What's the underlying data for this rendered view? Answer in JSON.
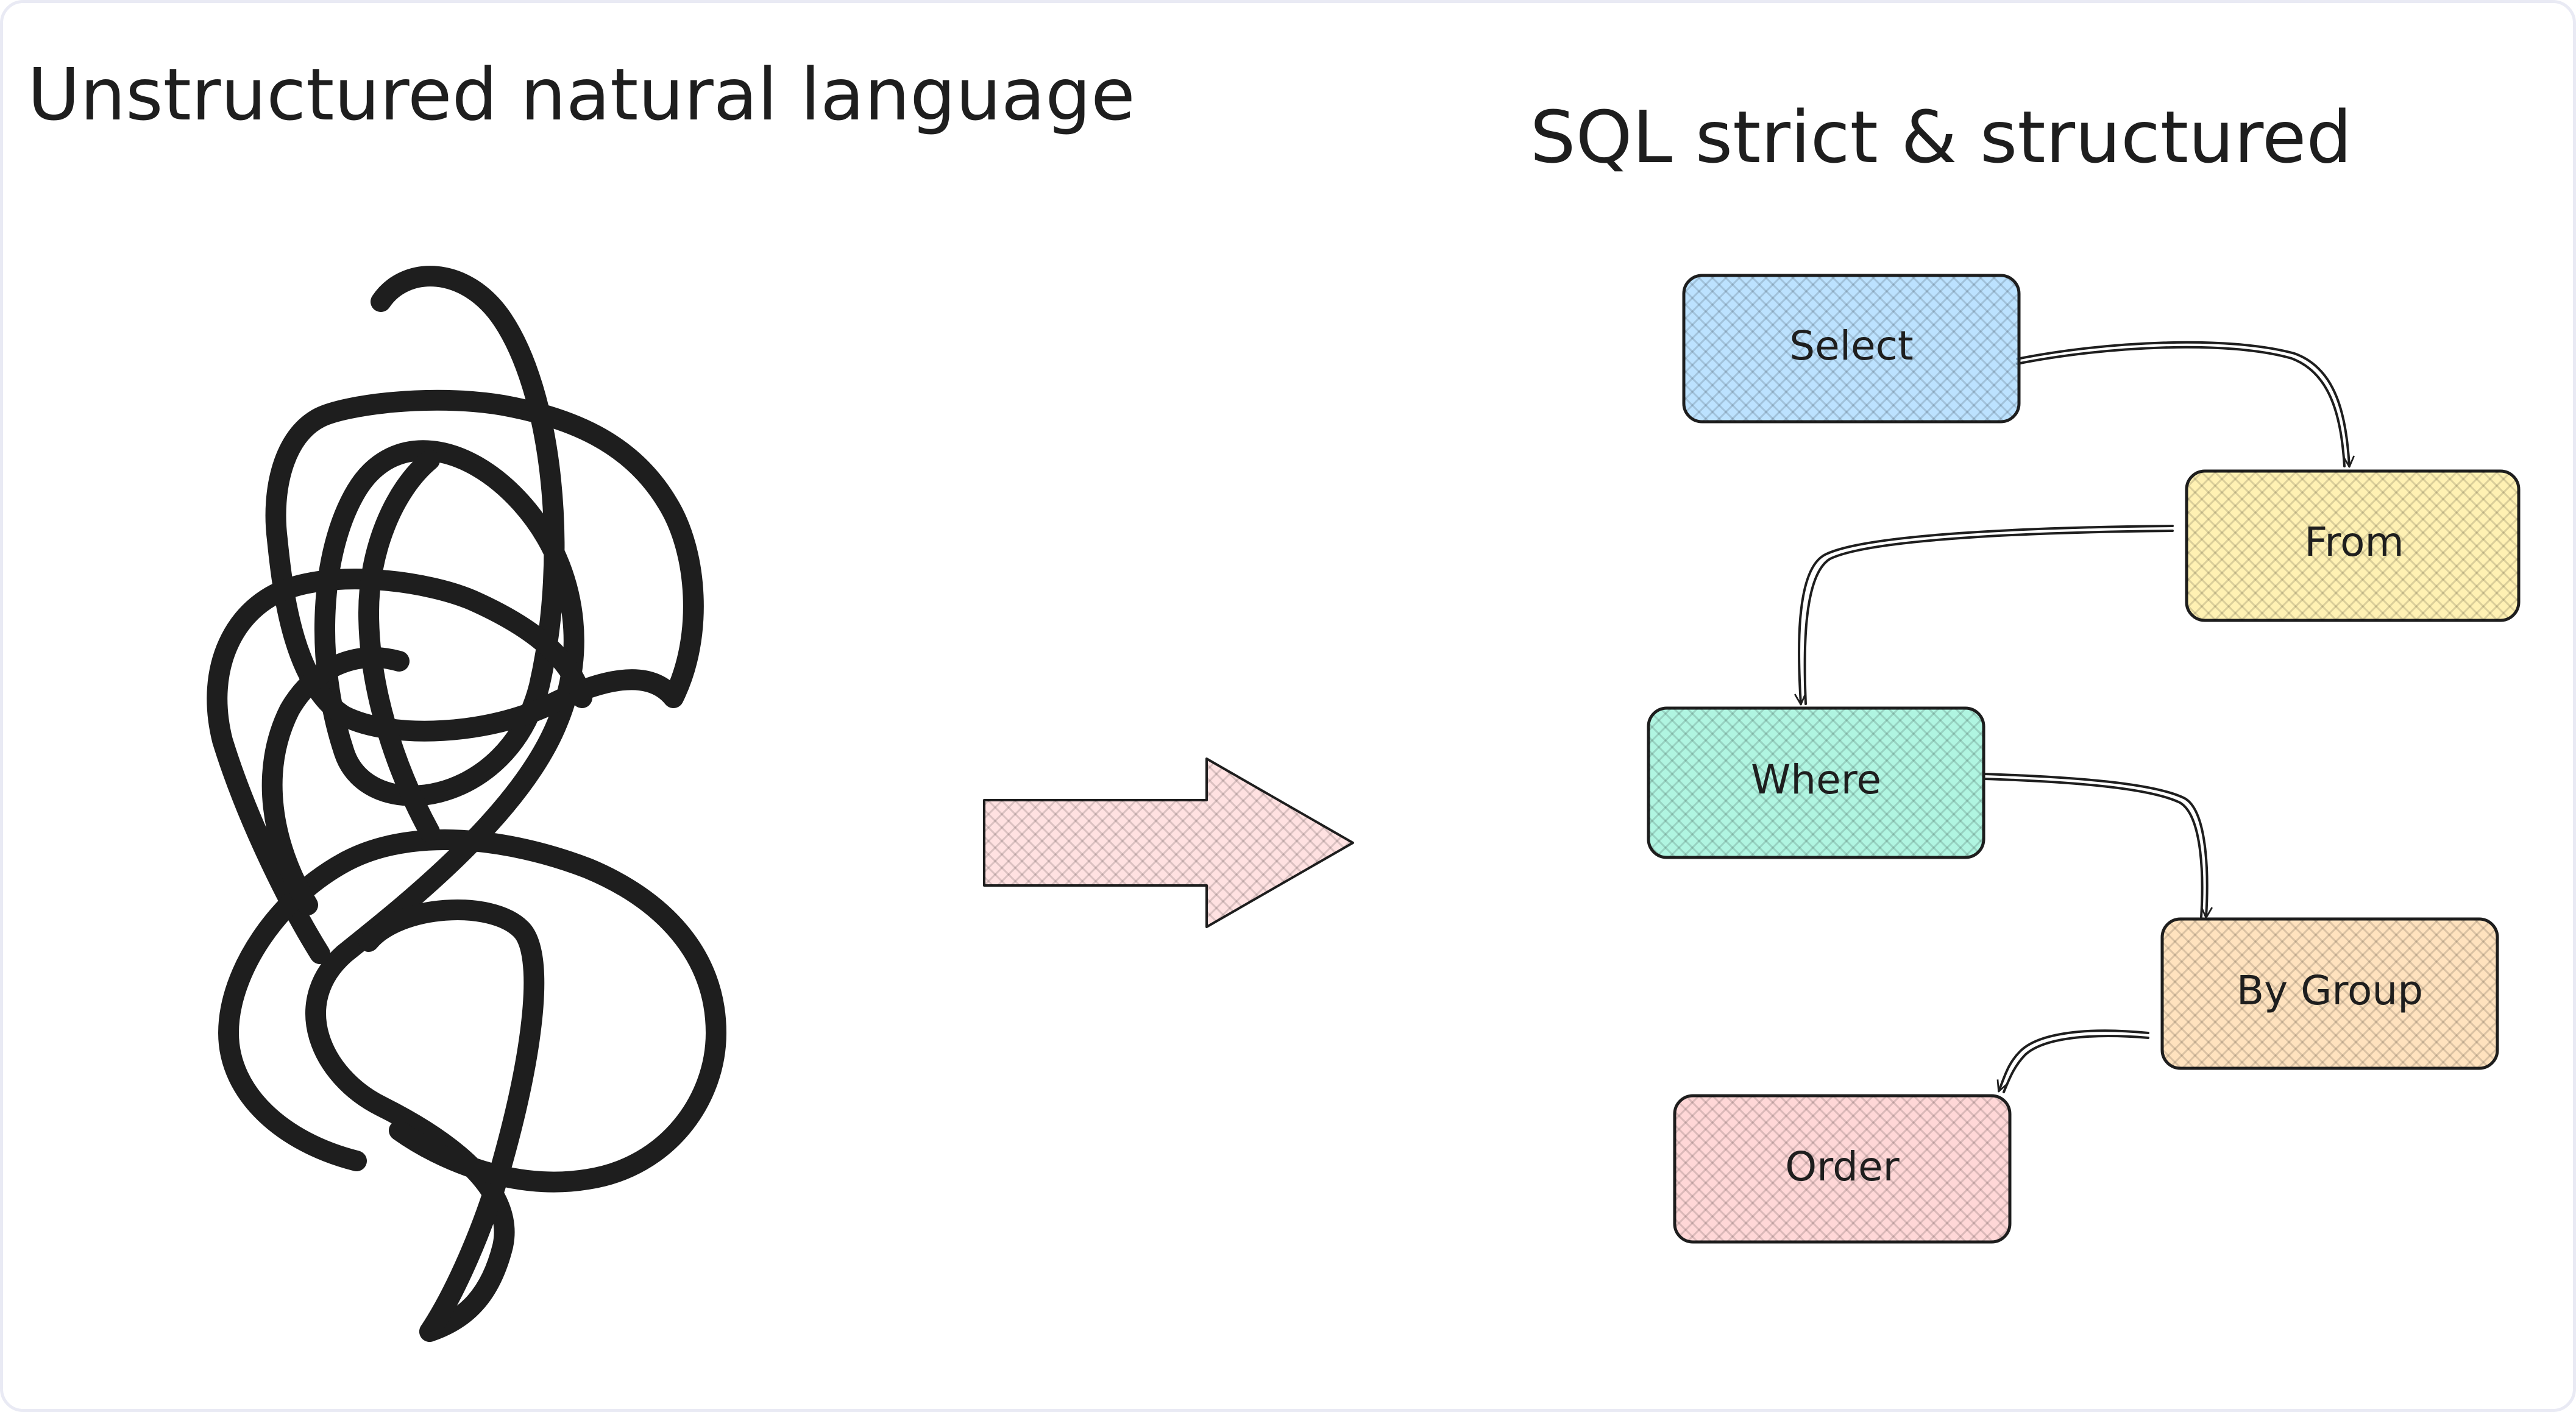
{
  "titles": {
    "left": "Unstructured natural language",
    "right": "SQL strict & structured"
  },
  "nodes": [
    {
      "id": "select",
      "label": "Select",
      "color": "#a5d8ff"
    },
    {
      "id": "from",
      "label": "From",
      "color": "#ffec99"
    },
    {
      "id": "where",
      "label": "Where",
      "color": "#96f2d7"
    },
    {
      "id": "by-group",
      "label": "By Group",
      "color": "#ffd8a8"
    },
    {
      "id": "order",
      "label": "Order",
      "color": "#ffc9c9"
    }
  ],
  "colors": {
    "stroke": "#1e1e1e",
    "scribble": "#1e1e1e",
    "big_arrow_fill": "#ffc9c9",
    "frame_border": "#e9eaf4"
  },
  "icons": [
    "scribble",
    "big-right-arrow"
  ]
}
